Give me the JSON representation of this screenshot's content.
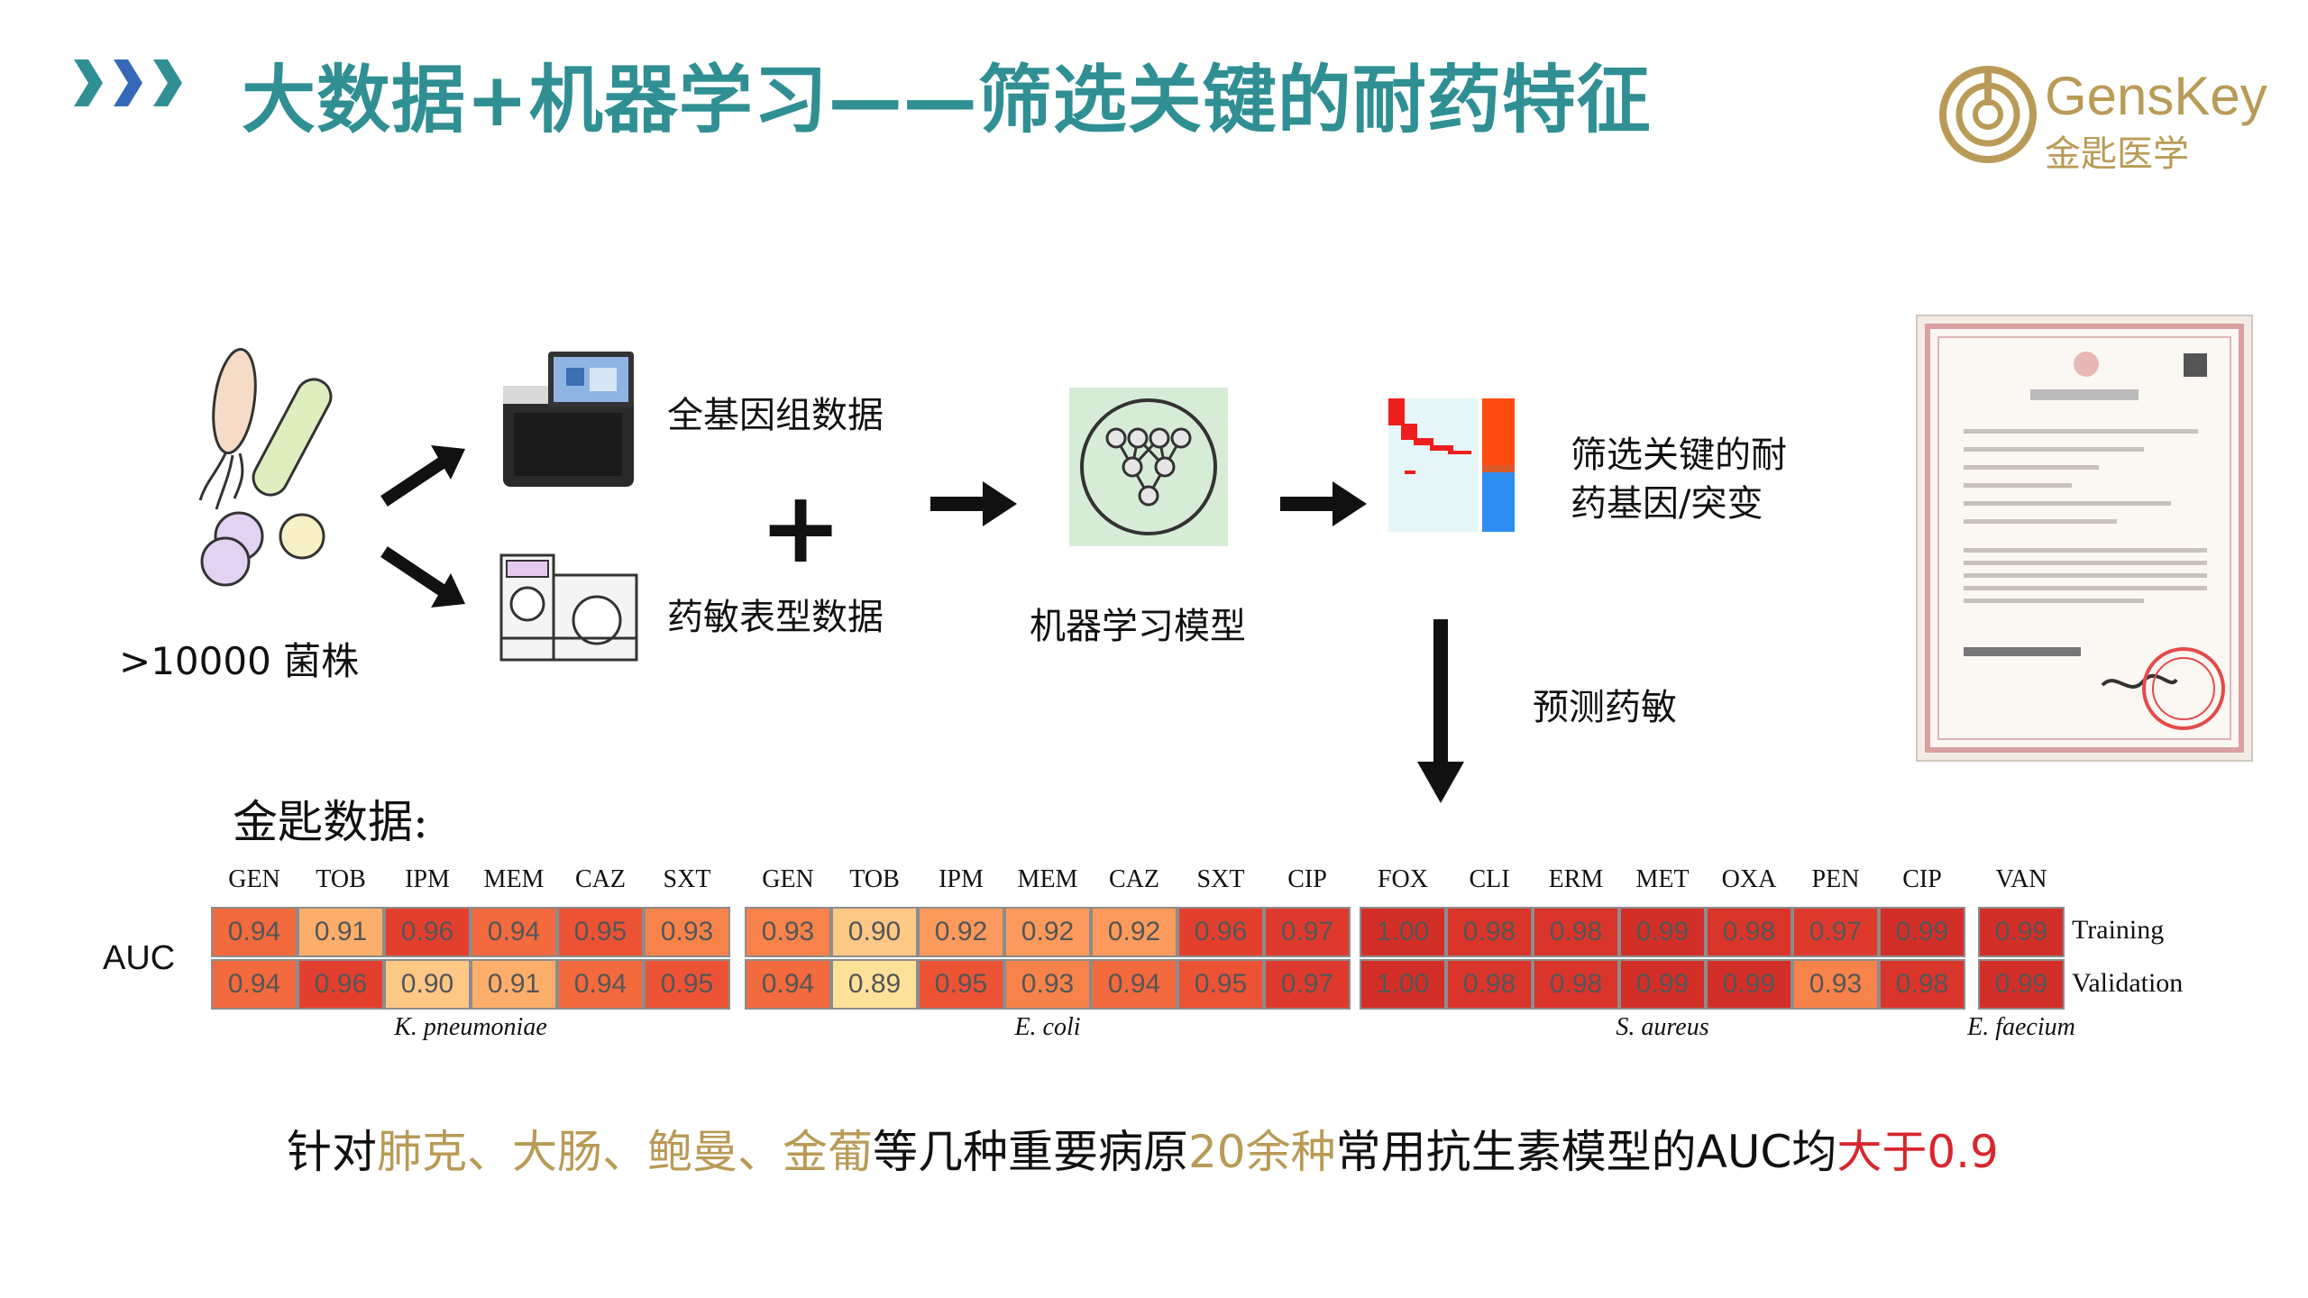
{
  "title": "大数据+机器学习——筛选关键的耐药特征",
  "logo": {
    "name": "GensKey",
    "cn": "金匙医学"
  },
  "flow": {
    "strains": ">10000 菌株",
    "wgs": "全基因组数据",
    "ast": "药敏表型数据",
    "plus": "+",
    "ml_model": "机器学习模型",
    "select_line1": "筛选关键的耐",
    "select_line2": "药基因/突变",
    "predict": "预测药敏"
  },
  "heatmap": {
    "title": "金匙数据:",
    "row_header": "AUC",
    "row_labels": [
      "Training",
      "Validation"
    ],
    "groups": [
      {
        "species": "K. pneumoniae",
        "drugs": [
          "GEN",
          "TOB",
          "IPM",
          "MEM",
          "CAZ",
          "SXT"
        ],
        "training": [
          "0.94",
          "0.91",
          "0.96",
          "0.94",
          "0.95",
          "0.93"
        ],
        "validation": [
          "0.94",
          "0.96",
          "0.90",
          "0.91",
          "0.94",
          "0.95"
        ]
      },
      {
        "species": "E. coli",
        "drugs": [
          "GEN",
          "TOB",
          "IPM",
          "MEM",
          "CAZ",
          "SXT",
          "CIP"
        ],
        "training": [
          "0.93",
          "0.90",
          "0.92",
          "0.92",
          "0.92",
          "0.96",
          "0.97"
        ],
        "validation": [
          "0.94",
          "0.89",
          "0.95",
          "0.93",
          "0.94",
          "0.95",
          "0.97"
        ]
      },
      {
        "species": "S. aureus",
        "drugs": [
          "FOX",
          "CLI",
          "ERM",
          "MET",
          "OXA",
          "PEN",
          "CIP"
        ],
        "training": [
          "1.00",
          "0.98",
          "0.98",
          "0.99",
          "0.98",
          "0.97",
          "0.99"
        ],
        "validation": [
          "1.00",
          "0.98",
          "0.98",
          "0.99",
          "0.99",
          "0.93",
          "0.98"
        ]
      },
      {
        "species": "E. faecium",
        "drugs": [
          "VAN"
        ],
        "training": [
          "0.99"
        ],
        "validation": [
          "0.99"
        ]
      }
    ]
  },
  "summary": {
    "p1": "针对",
    "p2": "肺克、大肠、鲍曼、金葡",
    "p3": "等几种重要病原",
    "p4": "20余种",
    "p5": "常用抗生素模型的AUC均",
    "p6": "大于0.9"
  },
  "colors": {
    "title": "#2f8f93",
    "gold": "#b99a56",
    "red": "#d8262e"
  }
}
